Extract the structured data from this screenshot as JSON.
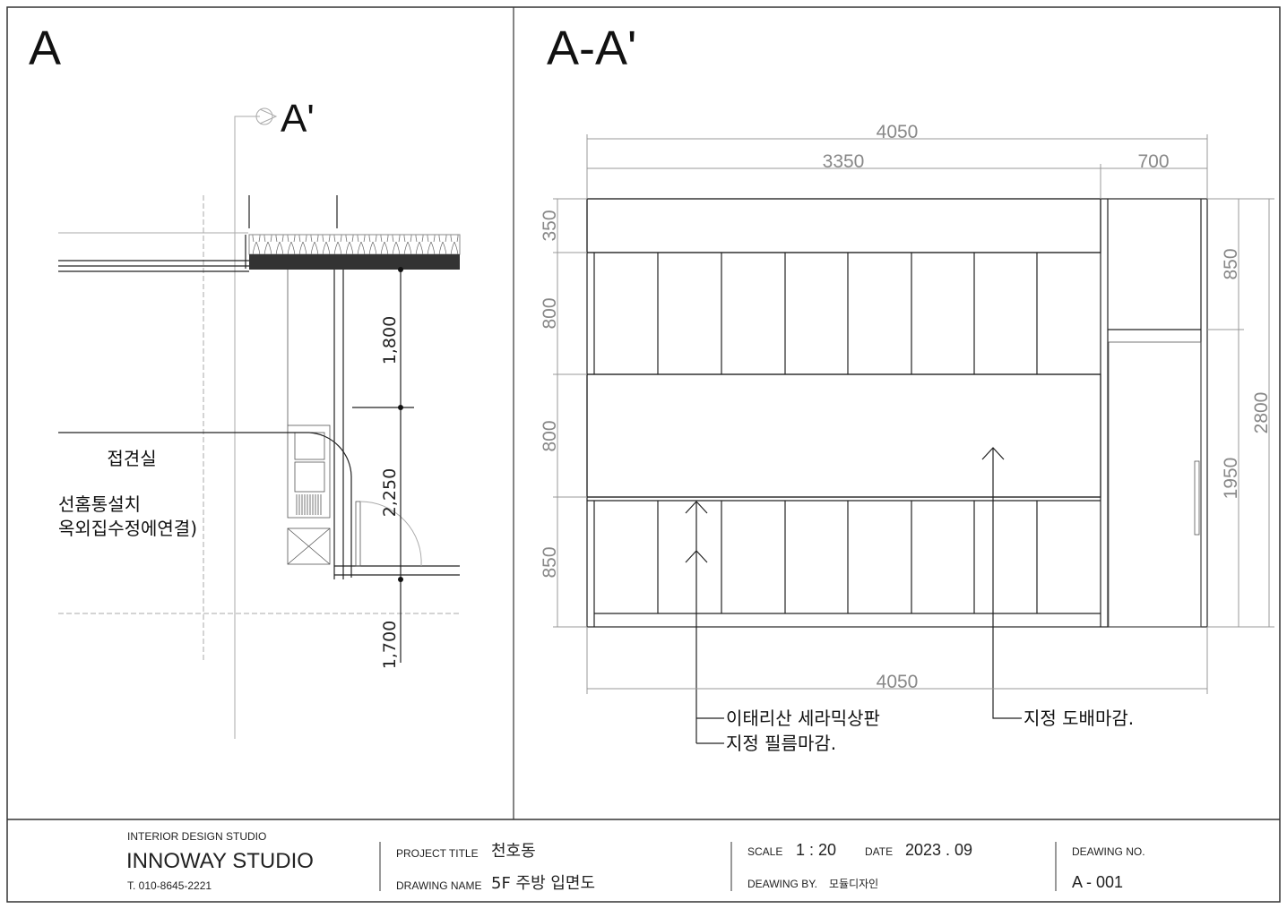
{
  "left_view": {
    "label": "A",
    "section_marker": "A'",
    "room_label": "접견실",
    "note_line1": "선홈통설치",
    "note_line2": "옥외집수정에연결)",
    "dims": [
      "1,800",
      "2,250",
      "1,700"
    ]
  },
  "right_view": {
    "label": "A-A'",
    "dims": {
      "top_total": "4050",
      "top_left": "3350",
      "top_right": "700",
      "left_1": "350",
      "left_2": "800",
      "left_3": "800",
      "left_4": "850",
      "right_1": "850",
      "right_2": "1950",
      "right_total": "2800",
      "bottom_total": "4050"
    },
    "callouts": {
      "countertop": "이태리산 세라믹상판",
      "film": "지정 필름마감.",
      "wallpaper": "지정 도배마감."
    }
  },
  "title_block": {
    "studio_sub": "INTERIOR DESIGN STUDIO",
    "studio_name": "INNOWAY STUDIO",
    "phone": "T. 010-8645-2221",
    "project_title_label": "PROJECT TITLE",
    "project_title": "천호동",
    "drawing_name_label": "DRAWING NAME",
    "drawing_name": "5F 주방 입면도",
    "scale_label": "SCALE",
    "scale": "1 : 20",
    "date_label": "DATE",
    "date": "2023 . 09",
    "drawn_by_label": "DEAWING BY.",
    "drawn_by": "모듈디자인",
    "drawing_no_label": "DEAWING NO.",
    "drawing_no": "A - 001"
  }
}
